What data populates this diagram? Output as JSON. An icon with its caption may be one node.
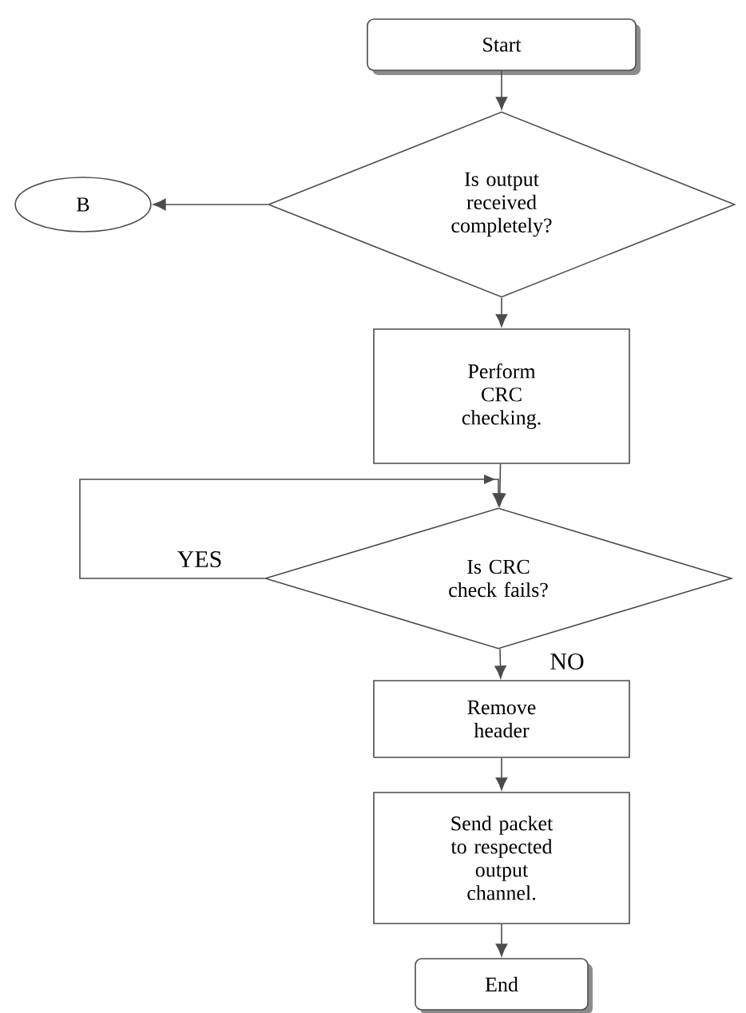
{
  "diagram": {
    "nodes": [
      {
        "text": [
          "Start"
        ]
      },
      {
        "text": [
          "Is output received completely?"
        ]
      },
      {
        "text": [
          "B"
        ]
      },
      {
        "text": [
          "Perform CRC checking."
        ]
      },
      {
        "text": [
          "Is CRC check fails?"
        ]
      },
      {
        "text": [
          "Remove header"
        ]
      },
      {
        "text": [
          "Send packet to respected output channel."
        ]
      },
      {
        "text": [
          "End"
        ]
      }
    ],
    "edges": [
      {
        "from": 0,
        "to": 1,
        "arrow": "to"
      },
      {
        "from": 1,
        "to": 2,
        "arrow": "to"
      },
      {
        "from": 1,
        "to": 3,
        "arrow": "to"
      },
      {
        "from": 3,
        "to": 4,
        "arrow": "to"
      },
      {
        "from": 4,
        "to": 4,
        "arrow": "to",
        "label": "YES"
      },
      {
        "from": 4,
        "to": 5,
        "arrow": "to",
        "label": "NO"
      },
      {
        "from": 5,
        "to": 6,
        "arrow": "to"
      },
      {
        "from": 6,
        "to": 7,
        "arrow": "to"
      }
    ]
  }
}
